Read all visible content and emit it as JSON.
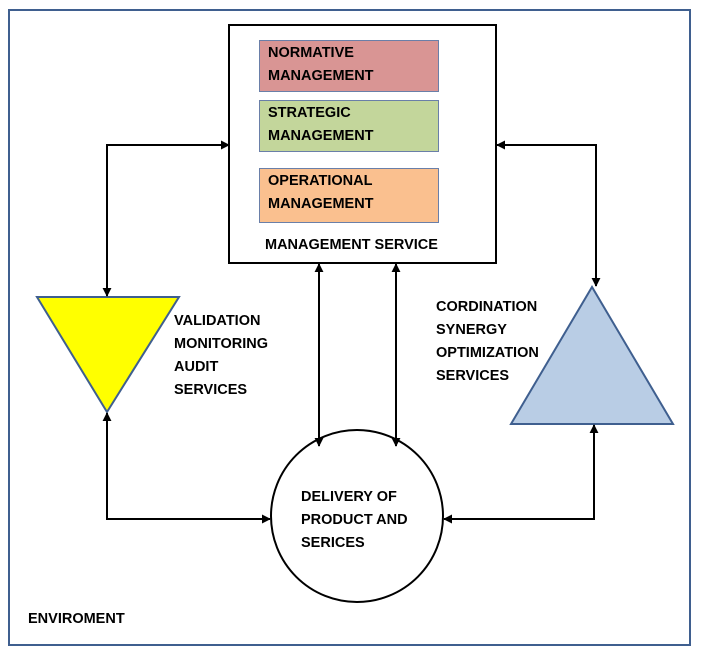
{
  "environment": {
    "label": "ENVIROMENT"
  },
  "management_service": {
    "label": "MANAGEMENT SERVICE",
    "boxes": [
      {
        "lines": [
          "NORMATIVE",
          "MANAGEMENT"
        ],
        "color": "#d99594"
      },
      {
        "lines": [
          "STRATEGIC",
          "MANAGEMENT"
        ],
        "color": "#c3d69b"
      },
      {
        "lines": [
          "OPERATIONAL",
          "MANAGEMENT"
        ],
        "color": "#fac08f"
      }
    ]
  },
  "validation": {
    "lines": [
      "VALIDATION",
      "MONITORING",
      "AUDIT",
      "SERVICES"
    ],
    "color": "#ffff00"
  },
  "coordination": {
    "lines": [
      "CORDINATION",
      "SYNERGY",
      "OPTIMIZATION",
      "SERVICES"
    ],
    "color": "#b9cde5"
  },
  "delivery": {
    "lines": [
      "DELIVERY OF",
      "PRODUCT AND",
      "SERICES"
    ]
  }
}
